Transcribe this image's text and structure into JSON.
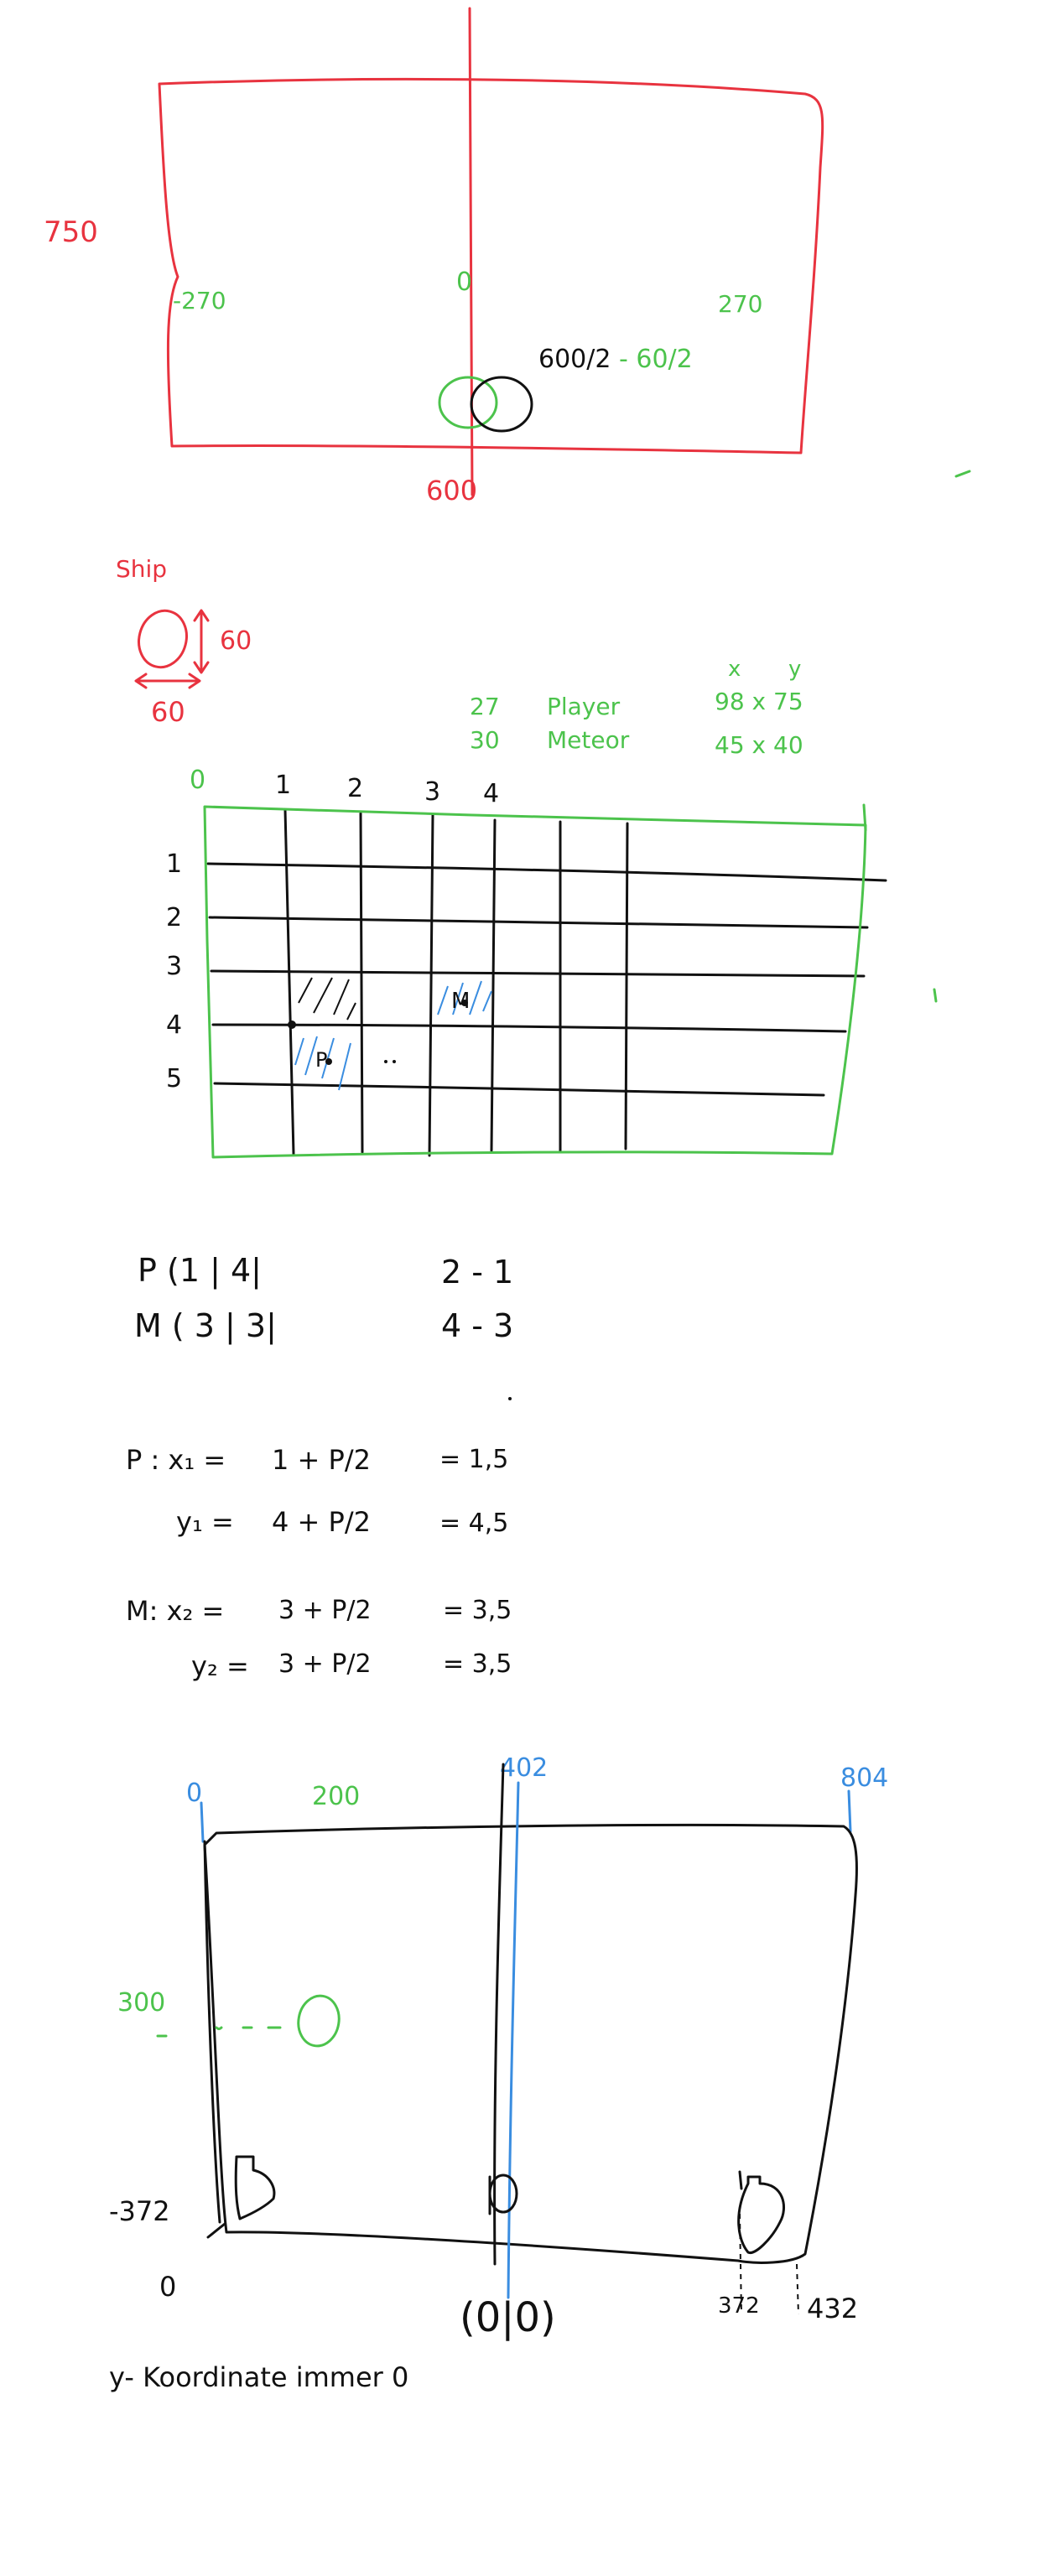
{
  "section1": {
    "height_label": "750",
    "width_label": "600",
    "left_label": "-270",
    "center_label": "0",
    "right_label": "270",
    "formula_part1": "600/2",
    "formula_part2": "- 60/2",
    "colors": {
      "frame": "#e8333f",
      "coords": "#4cc34c",
      "ink": "#111111"
    }
  },
  "section2": {
    "title": "Ship",
    "height_label": "60",
    "width_label": "60"
  },
  "section3": {
    "table_header_x": "x",
    "table_header_y": "y",
    "rows": [
      {
        "num": "27",
        "name": "Player",
        "size": "98 x 75"
      },
      {
        "num": "30",
        "name": "Meteor",
        "size": "45 x 40"
      }
    ],
    "col_labels": [
      "0",
      "1",
      "2",
      "3",
      "4"
    ],
    "row_labels": [
      "1",
      "2",
      "3",
      "4",
      "5"
    ],
    "player_marker": "P",
    "meteor_marker": "M",
    "colors": {
      "grid": "#111111",
      "border": "#4cc34c",
      "hatch": "#3a8de0"
    }
  },
  "section4": {
    "p_coord": "P  (1 | 4|",
    "m_coord": "M  ( 3 | 3|",
    "p_diff": "2 - 1",
    "m_diff": "4 - 3",
    "eq1_left": "P : x₁ =",
    "eq1_mid": "1 + P/2",
    "eq1_right": "= 1,5",
    "eq2_left": "y₁ =",
    "eq2_mid": "4 + P/2",
    "eq2_right": "= 4,5",
    "eq3_left": "M: x₂ =",
    "eq3_mid": "3 + P/2",
    "eq3_right": "= 3,5",
    "eq4_left": "y₂ =",
    "eq4_mid": "3 + P/2",
    "eq4_right": "= 3,5"
  },
  "section5": {
    "x_left": "0",
    "x_mid": "402",
    "x_right": "804",
    "label_200": "200",
    "label_300": "300",
    "label_neg372": "-372",
    "label_0": "0",
    "label_origin": "(0|0)",
    "label_372": "372",
    "label_432": "432",
    "note": "y- Koordinate immer 0"
  }
}
